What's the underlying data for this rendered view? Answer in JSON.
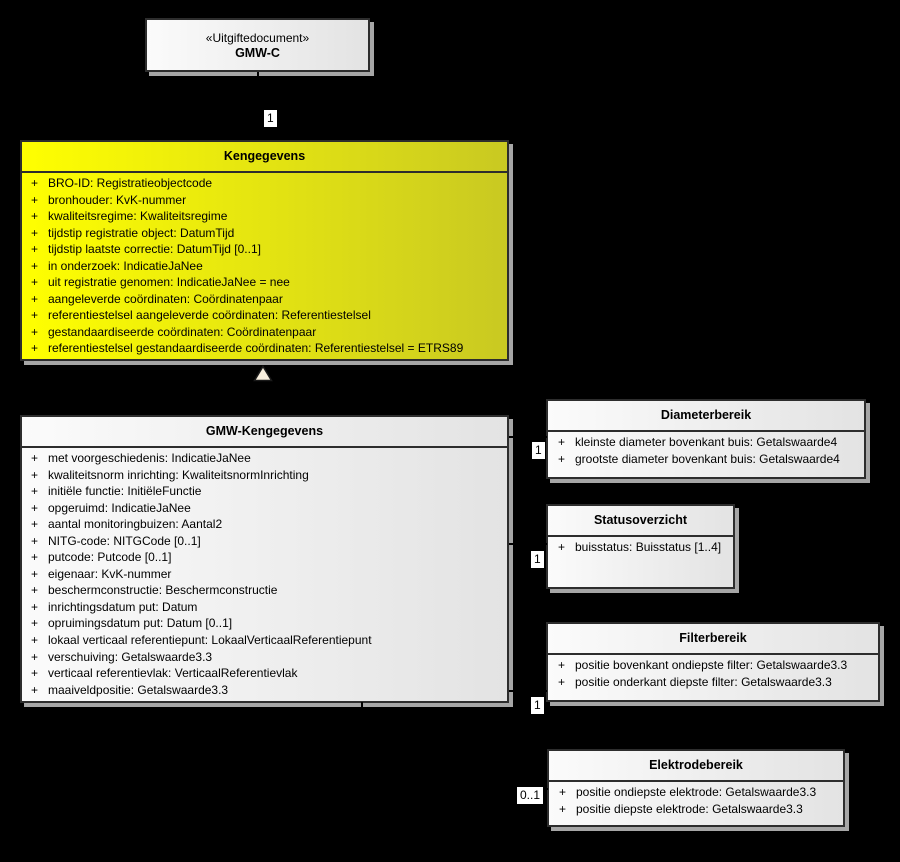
{
  "ui": {
    "visibility_marker": "+"
  },
  "stereotype_box": {
    "stereotype": "«Uitgiftedocument»",
    "name": "GMW-C"
  },
  "connector_labels": {
    "gmwc_to_kengegevens": "1",
    "diameterbereik": "1",
    "statusoverzicht": "1",
    "filterbereik": "1",
    "elektrodebereik": "0..1"
  },
  "classes": {
    "kengegevens": {
      "title": "Kengegevens",
      "attributes": [
        "BRO-ID: Registratieobjectcode",
        "bronhouder: KvK-nummer",
        "kwaliteitsregime: Kwaliteitsregime",
        "tijdstip registratie object: DatumTijd",
        "tijdstip laatste correctie: DatumTijd [0..1]",
        "in onderzoek: IndicatieJaNee",
        "uit registratie genomen: IndicatieJaNee = nee",
        "aangeleverde coördinaten: Coördinatenpaar",
        "referentiestelsel aangeleverde coördinaten: Referentiestelsel",
        "gestandaardiseerde coördinaten: Coördinatenpaar",
        "referentiestelsel gestandaardiseerde coördinaten: Referentiestelsel = ETRS89"
      ]
    },
    "gmw_kengegevens": {
      "title": "GMW-Kengegevens",
      "attributes": [
        "met voorgeschiedenis: IndicatieJaNee",
        "kwaliteitsnorm inrichting: KwaliteitsnormInrichting",
        "initiële functie: InitiëleFunctie",
        "opgeruimd: IndicatieJaNee",
        "aantal monitoringbuizen: Aantal2",
        "NITG-code: NITGCode [0..1]",
        "putcode: Putcode [0..1]",
        "eigenaar: KvK-nummer",
        "beschermconstructie: Beschermconstructie",
        "inrichtingsdatum put: Datum",
        "opruimingsdatum put: Datum [0..1]",
        "lokaal verticaal referentiepunt: LokaalVerticaalReferentiepunt",
        "verschuiving: Getalswaarde3.3",
        "verticaal referentievlak: VerticaalReferentievlak",
        "maaiveldpositie: Getalswaarde3.3"
      ]
    },
    "diameterbereik": {
      "title": "Diameterbereik",
      "attributes": [
        "kleinste diameter bovenkant buis: Getalswaarde4",
        "grootste diameter bovenkant buis: Getalswaarde4"
      ]
    },
    "statusoverzicht": {
      "title": "Statusoverzicht",
      "attributes": [
        "buisstatus: Buisstatus [1..4]"
      ]
    },
    "filterbereik": {
      "title": "Filterbereik",
      "attributes": [
        "positie bovenkant ondiepste filter: Getalswaarde3.3",
        "positie onderkant diepste filter: Getalswaarde3.3"
      ]
    },
    "elektrodebereik": {
      "title": "Elektrodebereik",
      "attributes": [
        "positie ondiepste elektrode: Getalswaarde3.3",
        "positie diepste elektrode: Getalswaarde3.3"
      ]
    }
  },
  "colors": {
    "background": "#000000",
    "box_border": "#2d2d2d",
    "box_shadow": "#a6a6a6",
    "box_fill_start": "#fbfbfb",
    "box_fill_end": "#e3e3e3",
    "yellow_fill_start": "#ffff00",
    "yellow_fill_end": "#c9c922",
    "arrowhead_fill": "#f7eedd",
    "connector_line": "#000000",
    "label_bg": "#ffffff",
    "text": "#000000"
  }
}
